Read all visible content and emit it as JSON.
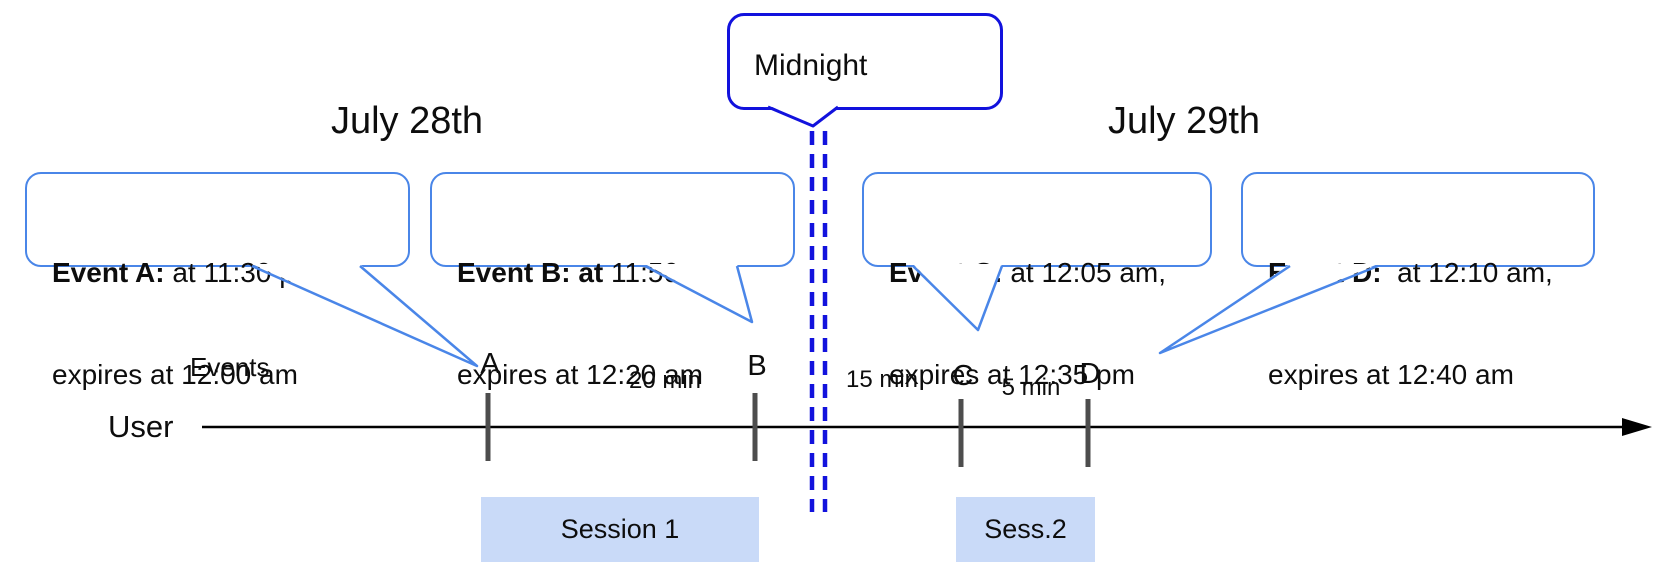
{
  "diagram": {
    "dates": {
      "left": "July 28th",
      "right": "July 29th"
    },
    "midnight_label": "Midnight",
    "events_axis_label": "Events",
    "user_label": "User",
    "event_letters": [
      "A",
      "B",
      "C",
      "D"
    ],
    "callouts": [
      {
        "bold": "Event A:",
        "rest": " at 11:30 pm,",
        "line2": "expires at 12:00 am"
      },
      {
        "bold": "Event B: at",
        "rest": " 11:50 pm,",
        "line2": "expires at 12:20 am"
      },
      {
        "bold": "Event C:",
        "rest": " at 12:05 am,",
        "line2": "expires at 12:35 pm"
      },
      {
        "bold": "Event D:",
        "rest": "  at 12:10 am,",
        "line2": "expires at 12:40 am"
      }
    ],
    "intervals": [
      "20 min",
      "15 min",
      "5 min"
    ],
    "sessions": [
      "Session 1",
      "Sess.2"
    ],
    "colors": {
      "callout_border": "#4a86e8",
      "midnight_blue": "#1212dd",
      "session_fill": "#c9daf8",
      "tick_gray": "#4d4d4d",
      "timeline_black": "#000000"
    }
  }
}
